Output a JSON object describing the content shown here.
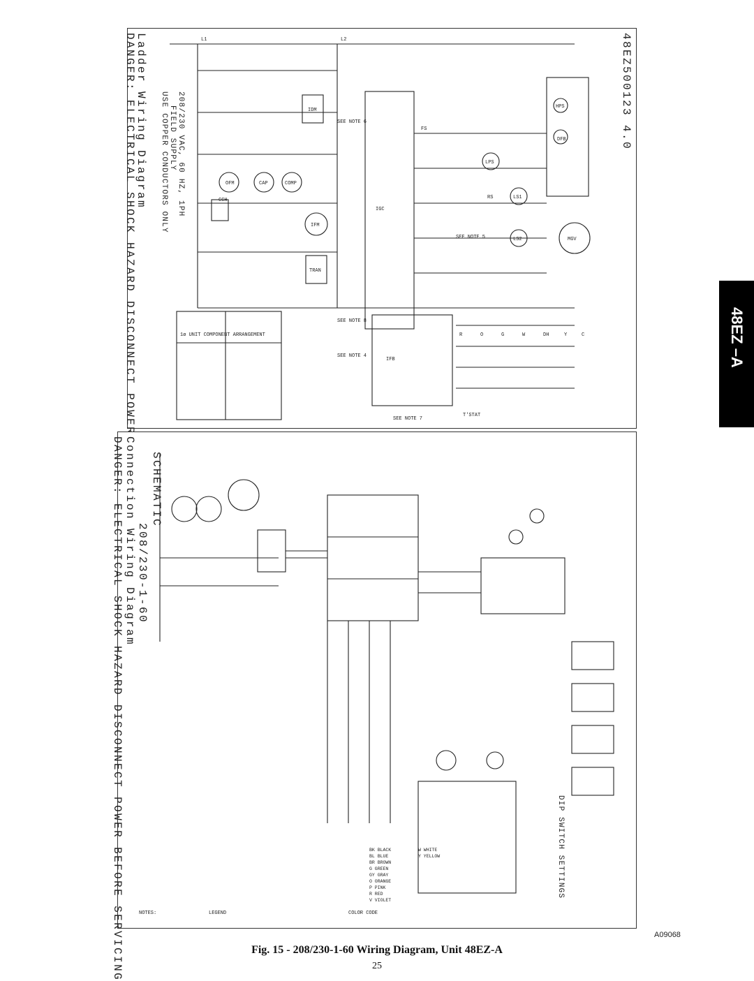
{
  "ladder": {
    "title": "Ladder Wiring Diagram",
    "warning": "DANGER: ELECTRICAL SHOCK HAZARD DISCONNECT POWER BEFORE SERVICING",
    "part_number": "48EZ500123 4.0",
    "supply_note": "USE COPPER CONDUCTORS ONLY",
    "supply_label": "FIELD SUPPLY",
    "supply_rating": "208/230 VAC, 60 HZ, 1PH",
    "unit_arrangement": "1ø UNIT COMPONENT ARRANGEMENT",
    "line_labels": [
      "L1",
      "L2"
    ],
    "component_labels": [
      "CCH",
      "OFM",
      "CAP",
      "COMP",
      "IFM",
      "IDM",
      "TRAN",
      "IGC",
      "IFB",
      "DFB",
      "LPS",
      "HPS",
      "FS",
      "RS",
      "LS1",
      "LS2",
      "MGV",
      "T'STAT"
    ],
    "tstat_terminals": [
      "R",
      "O",
      "G",
      "W",
      "DH",
      "Y",
      "C"
    ],
    "notes": [
      "SEE NOTE 4",
      "SEE NOTE 5",
      "SEE NOTE 6",
      "SEE NOTE 7",
      "SEE NOTE 8"
    ]
  },
  "connection": {
    "title": "Connection Wiring Diagram",
    "warning": "DANGER: ELECTRICAL SHOCK HAZARD DISCONNECT POWER BEFORE SERVICING",
    "schematic_label": "SCHEMATIC",
    "schematic_rating": "208/230-1-60",
    "dip_label": "DIP SWITCH SETTINGS",
    "notes_heading": "NOTES:",
    "legend_heading": "LEGEND",
    "color_code_heading": "COLOR CODE",
    "color_codes": [
      "BK BLACK",
      "BL BLUE",
      "BR BROWN",
      "G GREEN",
      "GY GRAY",
      "O ORANGE",
      "P PINK",
      "R RED",
      "V VIOLET",
      "W WHITE",
      "Y YELLOW"
    ]
  },
  "side_tab": "48EZ –A",
  "drawing_code": "A09068",
  "caption": "Fig. 15 - 208/230-1-60 Wiring Diagram, Unit 48EZ-A",
  "page_number": "25"
}
